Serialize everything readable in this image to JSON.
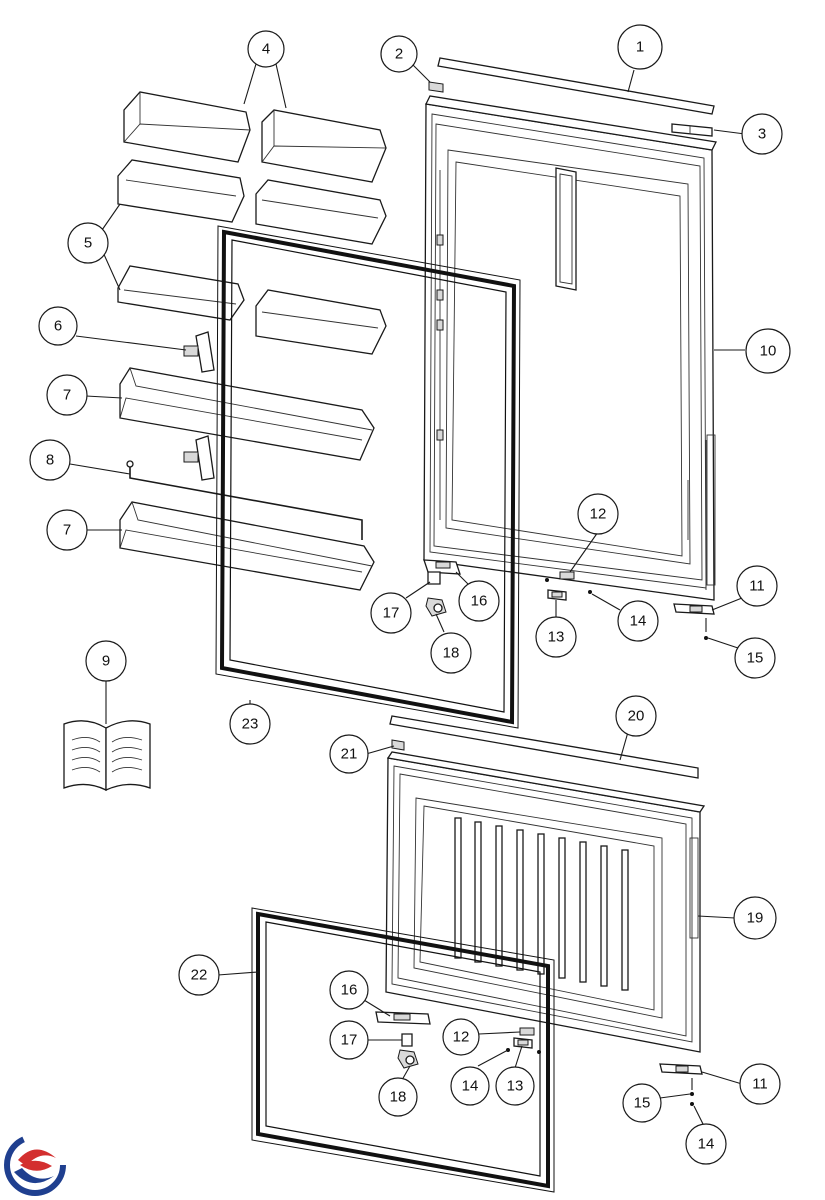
{
  "callouts": [
    {
      "id": "c1",
      "label": "1"
    },
    {
      "id": "c2",
      "label": "2"
    },
    {
      "id": "c3",
      "label": "3"
    },
    {
      "id": "c4",
      "label": "4"
    },
    {
      "id": "c5",
      "label": "5"
    },
    {
      "id": "c6",
      "label": "6"
    },
    {
      "id": "c7a",
      "label": "7"
    },
    {
      "id": "c7b",
      "label": "7"
    },
    {
      "id": "c8",
      "label": "8"
    },
    {
      "id": "c9",
      "label": "9"
    },
    {
      "id": "c10",
      "label": "10"
    },
    {
      "id": "c11a",
      "label": "11"
    },
    {
      "id": "c11b",
      "label": "11"
    },
    {
      "id": "c12a",
      "label": "12"
    },
    {
      "id": "c12b",
      "label": "12"
    },
    {
      "id": "c13a",
      "label": "13"
    },
    {
      "id": "c13b",
      "label": "13"
    },
    {
      "id": "c14a",
      "label": "14"
    },
    {
      "id": "c14b",
      "label": "14"
    },
    {
      "id": "c14c",
      "label": "14"
    },
    {
      "id": "c15a",
      "label": "15"
    },
    {
      "id": "c15b",
      "label": "15"
    },
    {
      "id": "c16a",
      "label": "16"
    },
    {
      "id": "c16b",
      "label": "16"
    },
    {
      "id": "c17a",
      "label": "17"
    },
    {
      "id": "c17b",
      "label": "17"
    },
    {
      "id": "c18a",
      "label": "18"
    },
    {
      "id": "c18b",
      "label": "18"
    },
    {
      "id": "c19",
      "label": "19"
    },
    {
      "id": "c20",
      "label": "20"
    },
    {
      "id": "c21",
      "label": "21"
    },
    {
      "id": "c22",
      "label": "22"
    },
    {
      "id": "c23",
      "label": "23"
    }
  ],
  "logo": {
    "icon": "brand-swirl-icon",
    "colors": [
      "#1f3f8f",
      "#d32f2f"
    ]
  }
}
